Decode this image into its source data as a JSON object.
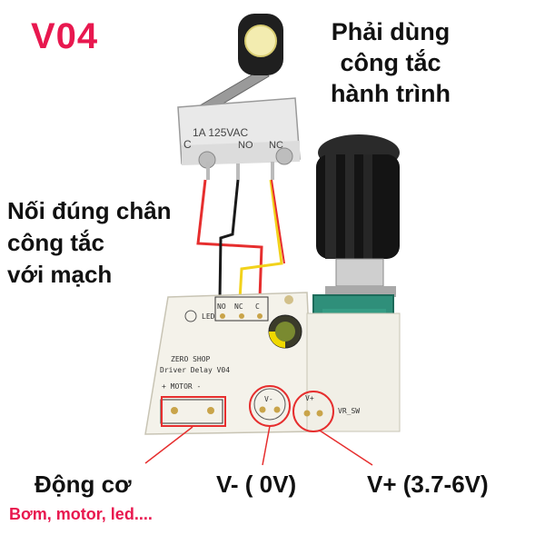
{
  "title": "V04",
  "switch_note": [
    "Phải dùng",
    "công tắc",
    "hành trình"
  ],
  "pin_note": [
    "Nối đúng chân",
    "công tắc",
    "với mạch"
  ],
  "microswitch": {
    "rating": "1A 125VAC",
    "pin_c": "C",
    "pin_no": "NO",
    "pin_nc": "NC"
  },
  "board": {
    "led_label": "LED",
    "brand": "ZERO SHOP",
    "model": "Driver Delay V04",
    "motor_label": "+ MOTOR -",
    "pin_labels": [
      "NO",
      "NC",
      "C"
    ],
    "vminus_label": "V-",
    "vplus_label": "V+",
    "vrsw_label": "VR_SW"
  },
  "labels": {
    "motor": "Động cơ",
    "motor_sub": "Bơm, motor, led....",
    "vminus": "V- ( 0V)",
    "vplus": "V+ (3.7-6V)"
  },
  "colors": {
    "title": "#e8184f",
    "wire_red": "#e62e2e",
    "wire_black": "#1a1a1a",
    "wire_yellow": "#f2d21b",
    "pcb": "#f4f2ea",
    "pot_green": "#2f8f7a",
    "knob": "#141414"
  }
}
